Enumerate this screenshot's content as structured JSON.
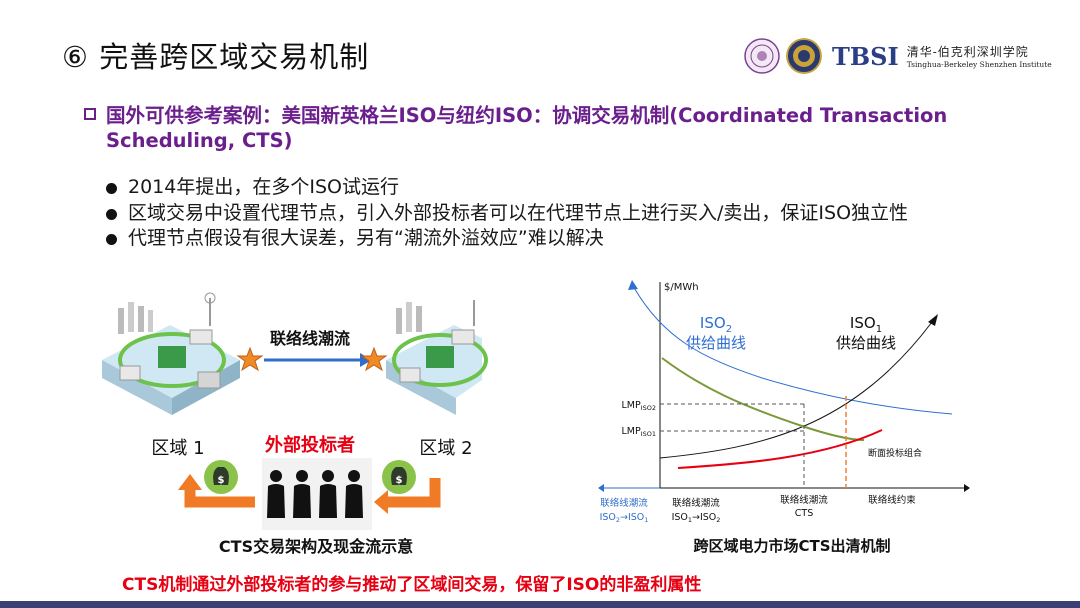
{
  "title": "⑥ 完善跨区域交易机制",
  "logos": {
    "brand": "TBSI",
    "org_cn": "清华-伯克利深圳学院",
    "org_en": "Tsinghua-Berkeley Shenzhen Institute"
  },
  "heading": "国外可供参考案例：美国新英格兰ISO与纽约ISO：协调交易机制(Coordinated Transaction Scheduling, CTS)",
  "bullets": [
    "2014年提出，在多个ISO试运行",
    "区域交易中设置代理节点，引入外部投标者可以在代理节点上进行买入/卖出，保证ISO独立性",
    "代理节点假设有很大误差，另有“潮流外溢效应”难以解决"
  ],
  "left_figure": {
    "tie_line_flow": "联络线潮流",
    "region1": "区域 1",
    "region2": "区域 2",
    "external_bidders": "外部投标者",
    "caption": "CTS交易架构及现金流示意",
    "money_symbol": "$"
  },
  "right_figure": {
    "y_axis_label": "$/MWh",
    "iso2_name": "ISO",
    "iso2_sub": "2",
    "iso2_curve": "供给曲线",
    "iso1_name": "ISO",
    "iso1_sub": "1",
    "iso1_curve": "供给曲线",
    "lmp_label": "LMP",
    "lmp_iso2_sub": "ISO2",
    "lmp_iso1_sub": "ISO1",
    "section_bid": "断面投标组合",
    "left_flow_1": "联络线潮流",
    "left_flow_2_a": "ISO",
    "left_flow_2_b": "→ISO",
    "left_flow_2_sub1": "2",
    "left_flow_2_sub2": "1",
    "mid_flow_1": "联络线潮流",
    "mid_flow_2_a": "ISO",
    "mid_flow_2_b": "→ISO",
    "mid_flow_2_sub1": "1",
    "mid_flow_2_sub2": "2",
    "cts_flow_1": "联络线潮流",
    "cts_flow_2": "CTS",
    "constraint": "联络线约束",
    "caption": "跨区域电力市场CTS出清机制"
  },
  "conclusion": "CTS机制通过外部投标者的参与推动了区域间交易，保留了ISO的非盈利属性",
  "colors": {
    "heading": "#6a1f8c",
    "red": "#e60012",
    "iso2_blue": "#2e6fd1",
    "green_curve": "#7a9a3a",
    "orange_dash": "#f08030",
    "arrow_orange": "#f07a25",
    "arrow_blue": "#2f6fc9"
  }
}
